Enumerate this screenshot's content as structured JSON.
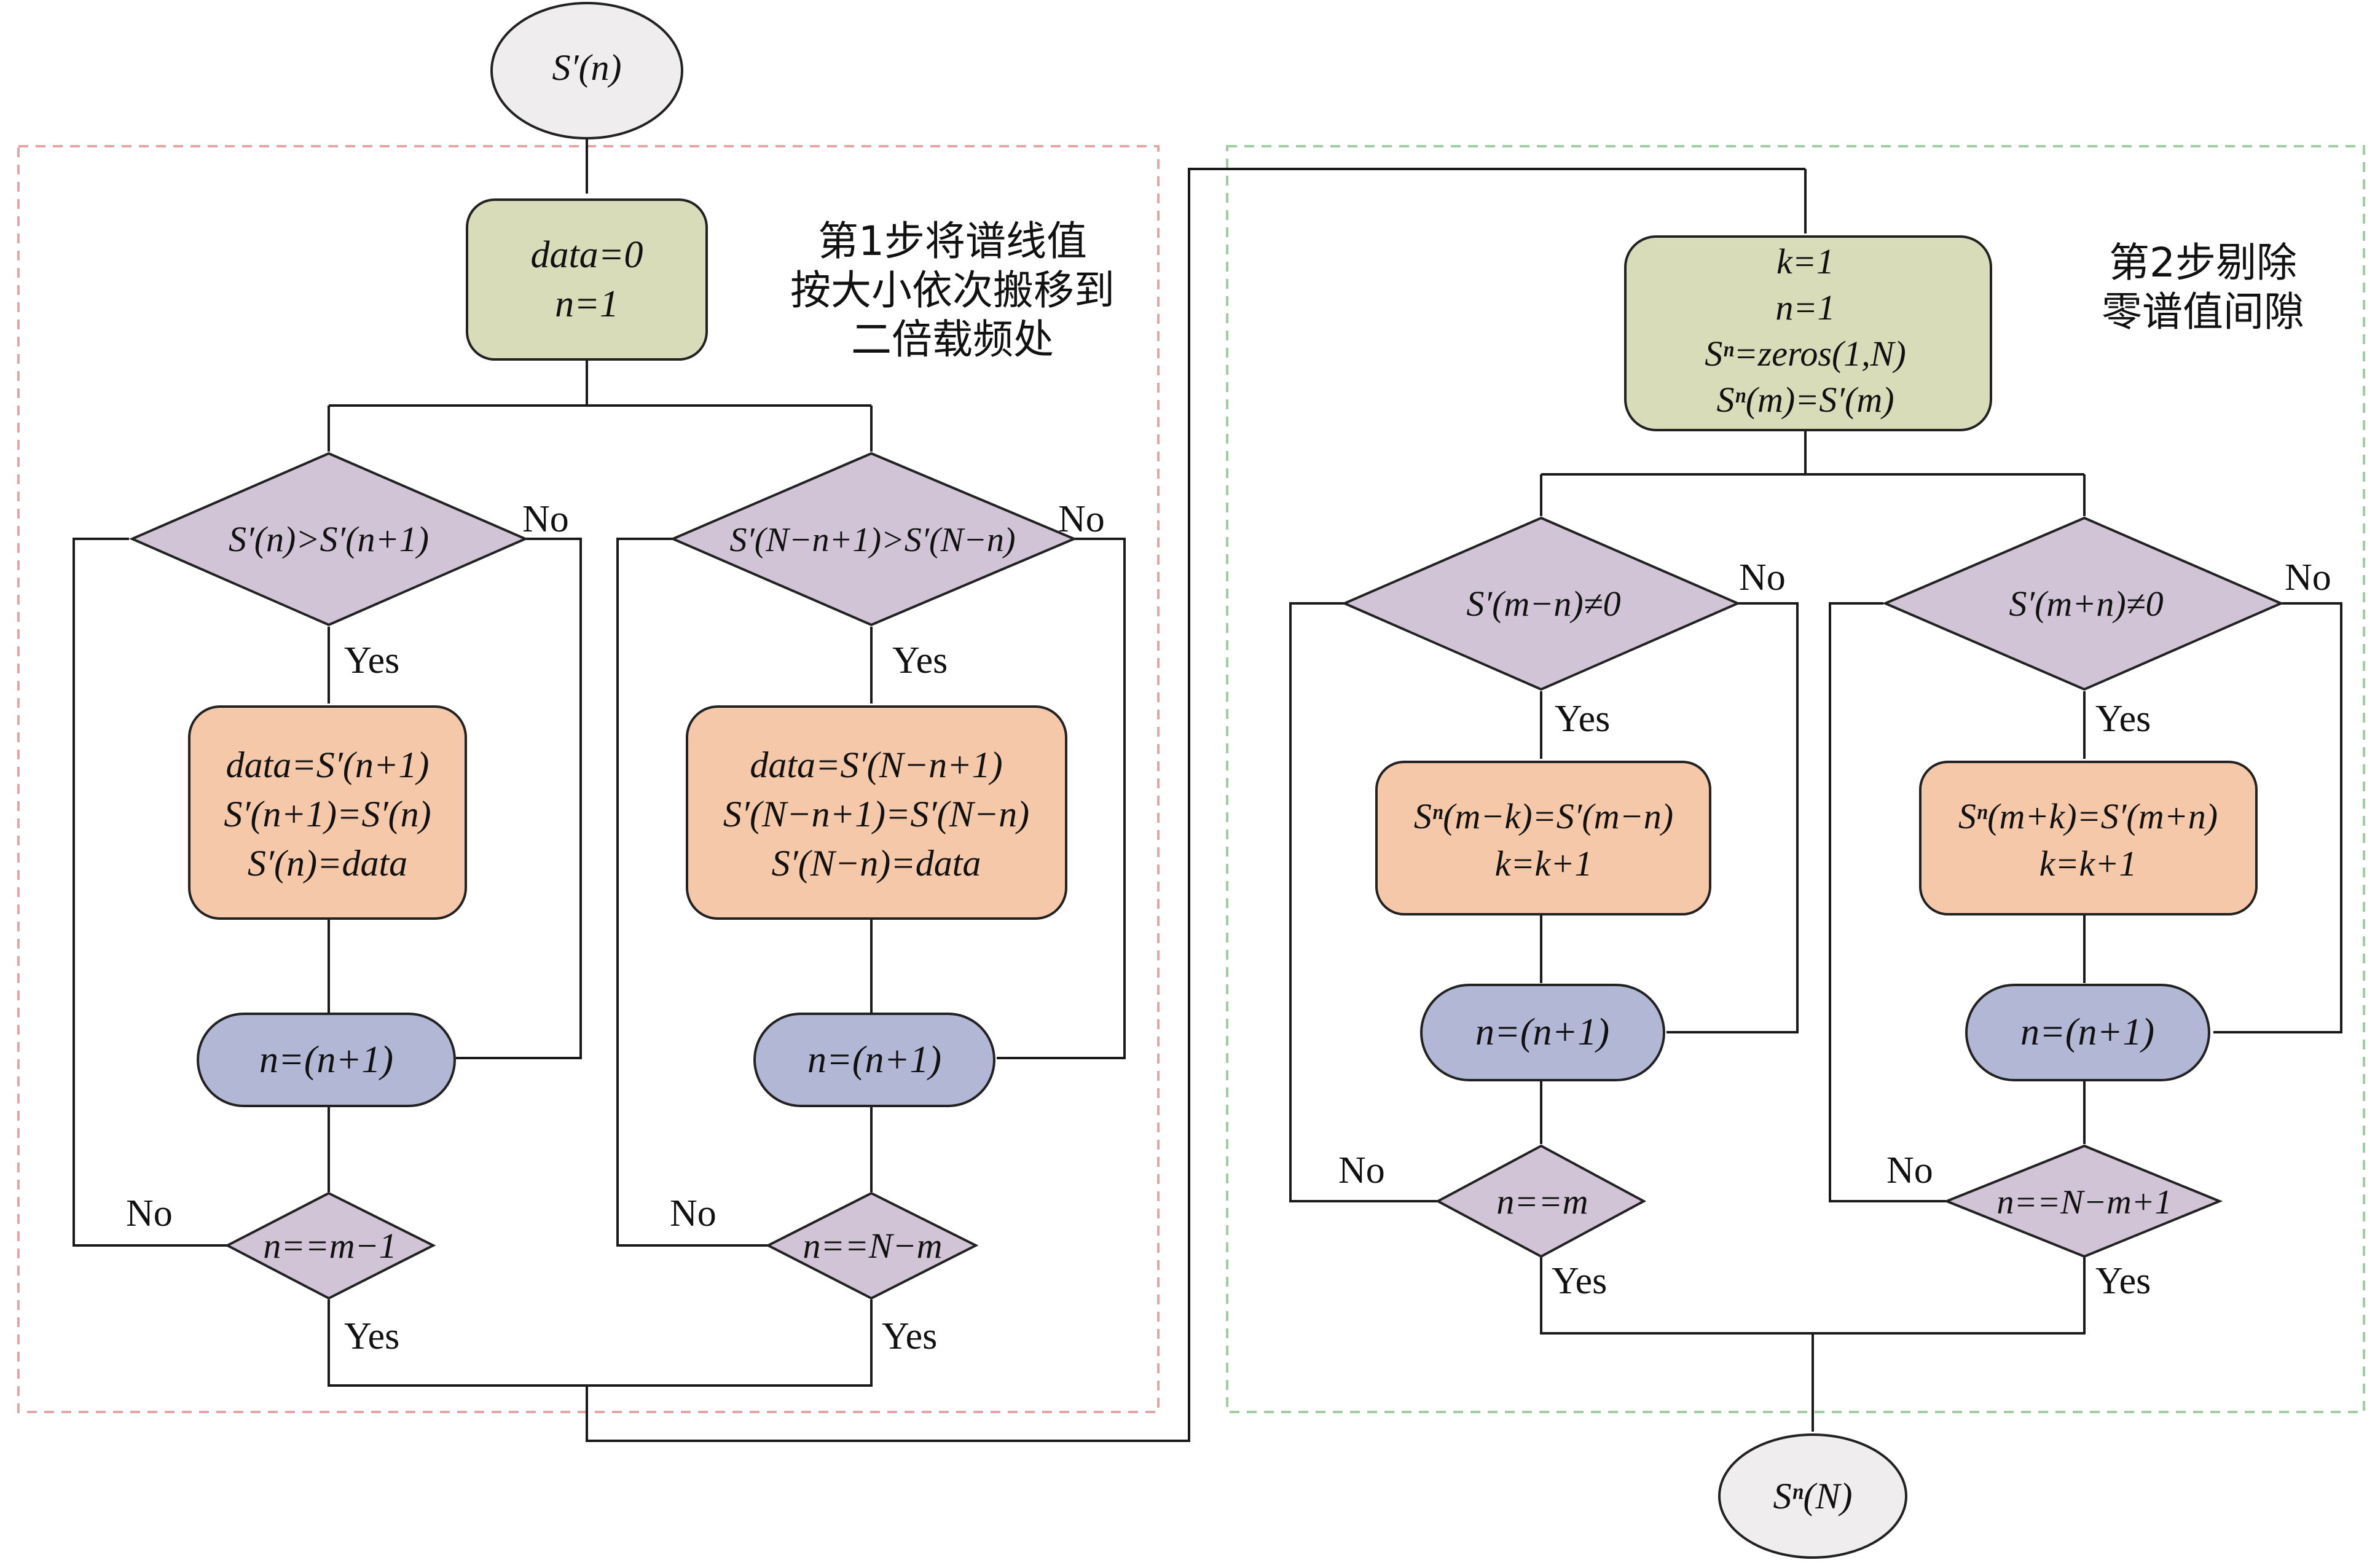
{
  "start": "S′(n)",
  "end": "Sⁿ(N)",
  "step1": {
    "title": [
      "第1步将谱线值",
      "按大小依次搬移到",
      "二倍载频处"
    ],
    "init": [
      "data=0",
      "n=1"
    ],
    "left": {
      "cond": "S′(n)>S′(n+1)",
      "swap": [
        "data=S′(n+1)",
        "S′(n+1)=S′(n)",
        "S′(n)=data"
      ],
      "inc": "n=(n+1)",
      "check": "n==m−1"
    },
    "right": {
      "cond": "S′(N−n+1)>S′(N−n)",
      "swap": [
        "data=S′(N−n+1)",
        "S′(N−n+1)=S′(N−n)",
        "S′(N−n)=data"
      ],
      "inc": "n=(n+1)",
      "check": "n==N−m"
    }
  },
  "step2": {
    "title": [
      "第2步剔除",
      "零谱值间隙"
    ],
    "init": [
      "k=1",
      "n=1",
      "Sⁿ=zeros(1,N)",
      "Sⁿ(m)=S′(m)"
    ],
    "left": {
      "cond": "S′(m−n)≠0",
      "assign": [
        "Sⁿ(m−k)=S′(m−n)",
        "k=k+1"
      ],
      "inc": "n=(n+1)",
      "check": "n==m"
    },
    "right": {
      "cond": "S′(m+n)≠0",
      "assign": [
        "Sⁿ(m+k)=S′(m+n)",
        "k=k+1"
      ],
      "inc": "n=(n+1)",
      "check": "n==N−m+1"
    }
  },
  "labels": {
    "yes": "Yes",
    "no": "No"
  },
  "colors": {
    "init_fill": "#d9dcb9",
    "decision_fill": "#d0c4d6",
    "process_fill": "#f4c8a8",
    "inc_fill": "#b3b7d6",
    "terminal_fill": "#efeded",
    "step1_border": "#e3a5a5",
    "step2_border": "#9fcf9f"
  }
}
